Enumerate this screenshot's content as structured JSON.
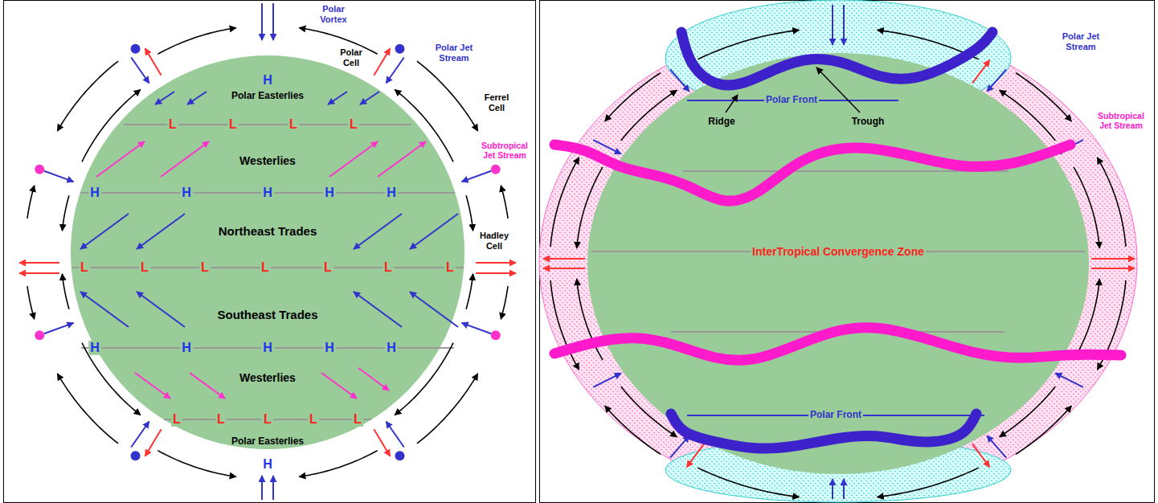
{
  "diagram": {
    "labels": [
      "Polar Vortex",
      "Polar Cell",
      "Polar Jet Stream",
      "Polar Easterlies",
      "Westerlies",
      "Ferrel Cell",
      "Subtropical Jet Stream",
      "Hadley Cell",
      "Northeast Trades",
      "Southeast Trades",
      "Westerlies",
      "Polar Easterlies",
      "H",
      "H",
      "H",
      "H",
      "H",
      "H",
      "H",
      "H",
      "H",
      "H",
      "H",
      "H",
      "L",
      "L",
      "L",
      "L",
      "L",
      "L",
      "L",
      "L",
      "L",
      "L",
      "L",
      "L",
      "L",
      "L",
      "L",
      "L",
      "Polar Jet Stream",
      "Polar Front",
      "Ridge",
      "Trough",
      "Subtropical Jet Stream",
      "InterTropical Convergence Zone",
      "Polar Front"
    ]
  }
}
